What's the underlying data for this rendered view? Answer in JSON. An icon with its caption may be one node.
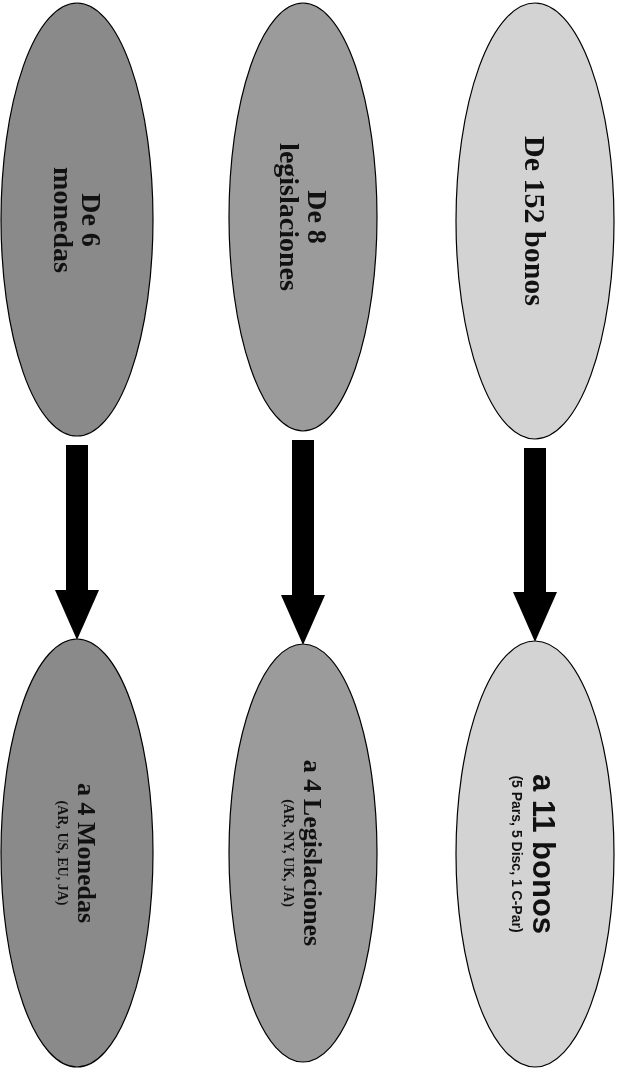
{
  "diagram": {
    "nodes": [
      {
        "text": [
          "De 152 bonos"
        ]
      },
      {
        "text": [
          "a 11 bonos",
          "(5 Pars, 5 Disc, 1 C-Par)"
        ]
      },
      {
        "text": [
          "De 8 legislaciones"
        ]
      },
      {
        "text": [
          "a 4 Legislaciones",
          "(AR, NY, UK, JA)"
        ]
      },
      {
        "text": [
          "De 6 monedas"
        ]
      },
      {
        "text": [
          "a 4 Monedas",
          "(AR, US, EU, JA)"
        ]
      }
    ],
    "edges": [
      {
        "from": 0,
        "to": 1,
        "arrow": "to"
      },
      {
        "from": 2,
        "to": 3,
        "arrow": "to"
      },
      {
        "from": 4,
        "to": 5,
        "arrow": "to"
      }
    ]
  }
}
